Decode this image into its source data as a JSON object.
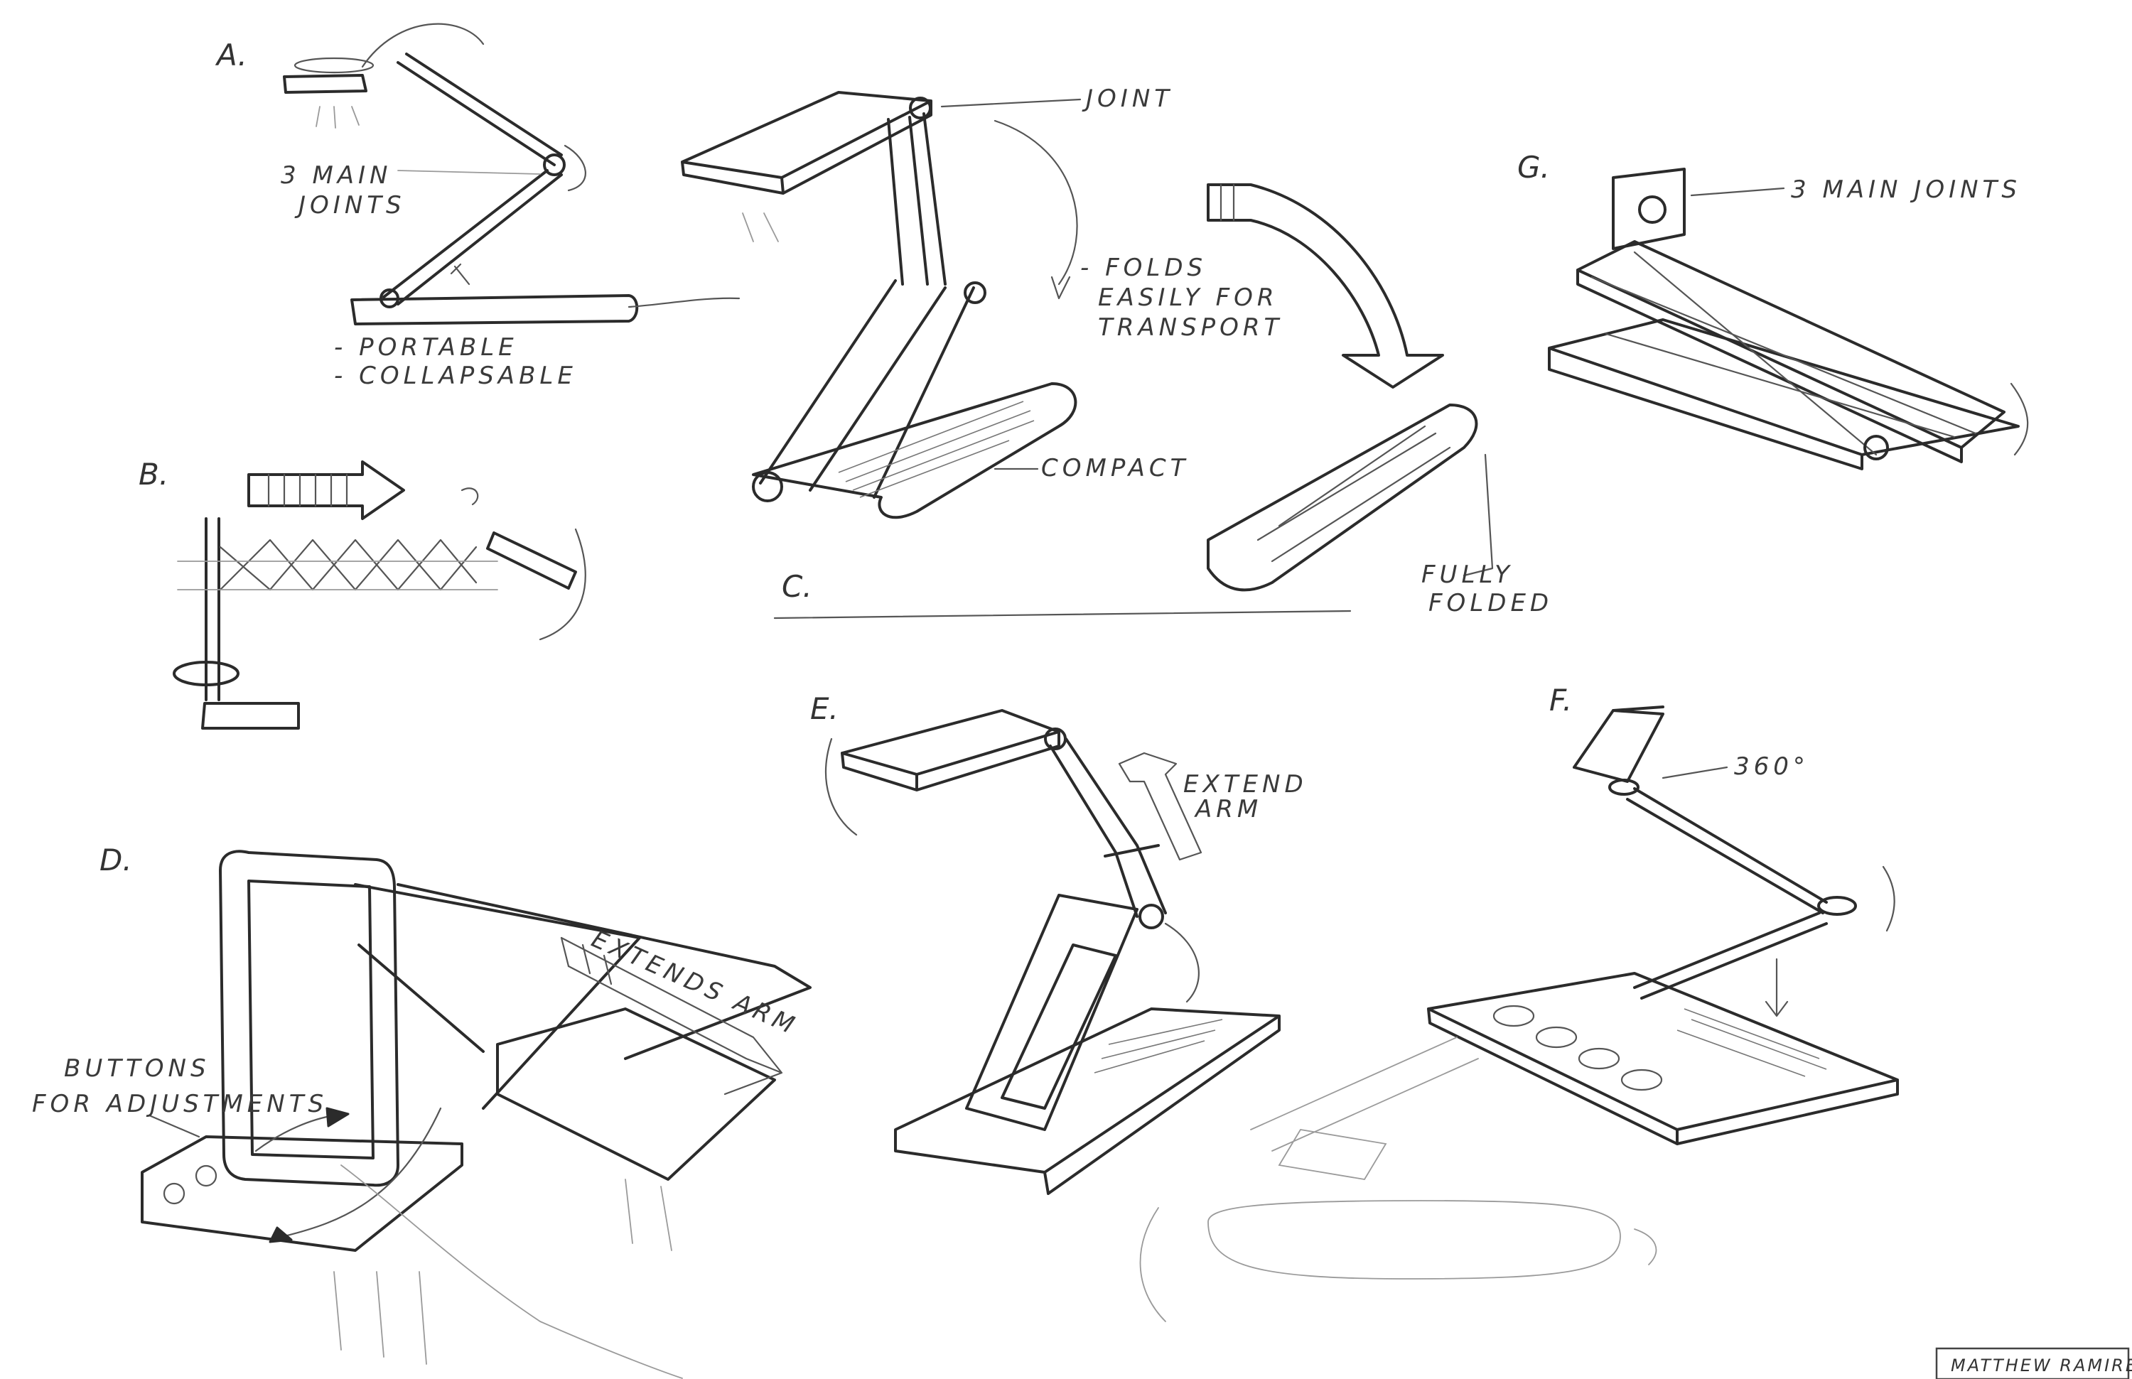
{
  "sketches": {
    "a": {
      "letter": "A.",
      "label_joints_1": "3 MAIN",
      "label_joints_2": "JOINTS",
      "label_portable": "- PORTABLE",
      "label_collapsable": "- COLLAPSABLE"
    },
    "b": {
      "letter": "B."
    },
    "c": {
      "letter": "C.",
      "label_joint": "JOINT",
      "label_folds_1": "- FOLDS",
      "label_folds_2": "EASILY FOR",
      "label_folds_3": "TRANSPORT",
      "label_compact": "COMPACT",
      "label_fully_1": "FULLY",
      "label_fully_2": "FOLDED"
    },
    "d": {
      "letter": "D.",
      "label_buttons_1": "BUTTONS",
      "label_buttons_2": "FOR ADJUSTMENTS",
      "label_extends": "EXTENDS ARM"
    },
    "e": {
      "letter": "E.",
      "label_extend_1": "EXTEND",
      "label_extend_2": "ARM"
    },
    "f": {
      "letter": "F.",
      "label_360": "360°"
    },
    "g": {
      "letter": "G.",
      "label_joints": "3 MAIN JOINTS"
    }
  },
  "signature": "MATTHEW RAMIREZ",
  "colors": {
    "paper": "#ffffff",
    "ink": "#2b2b2b",
    "faint": "#9a9a9a"
  }
}
